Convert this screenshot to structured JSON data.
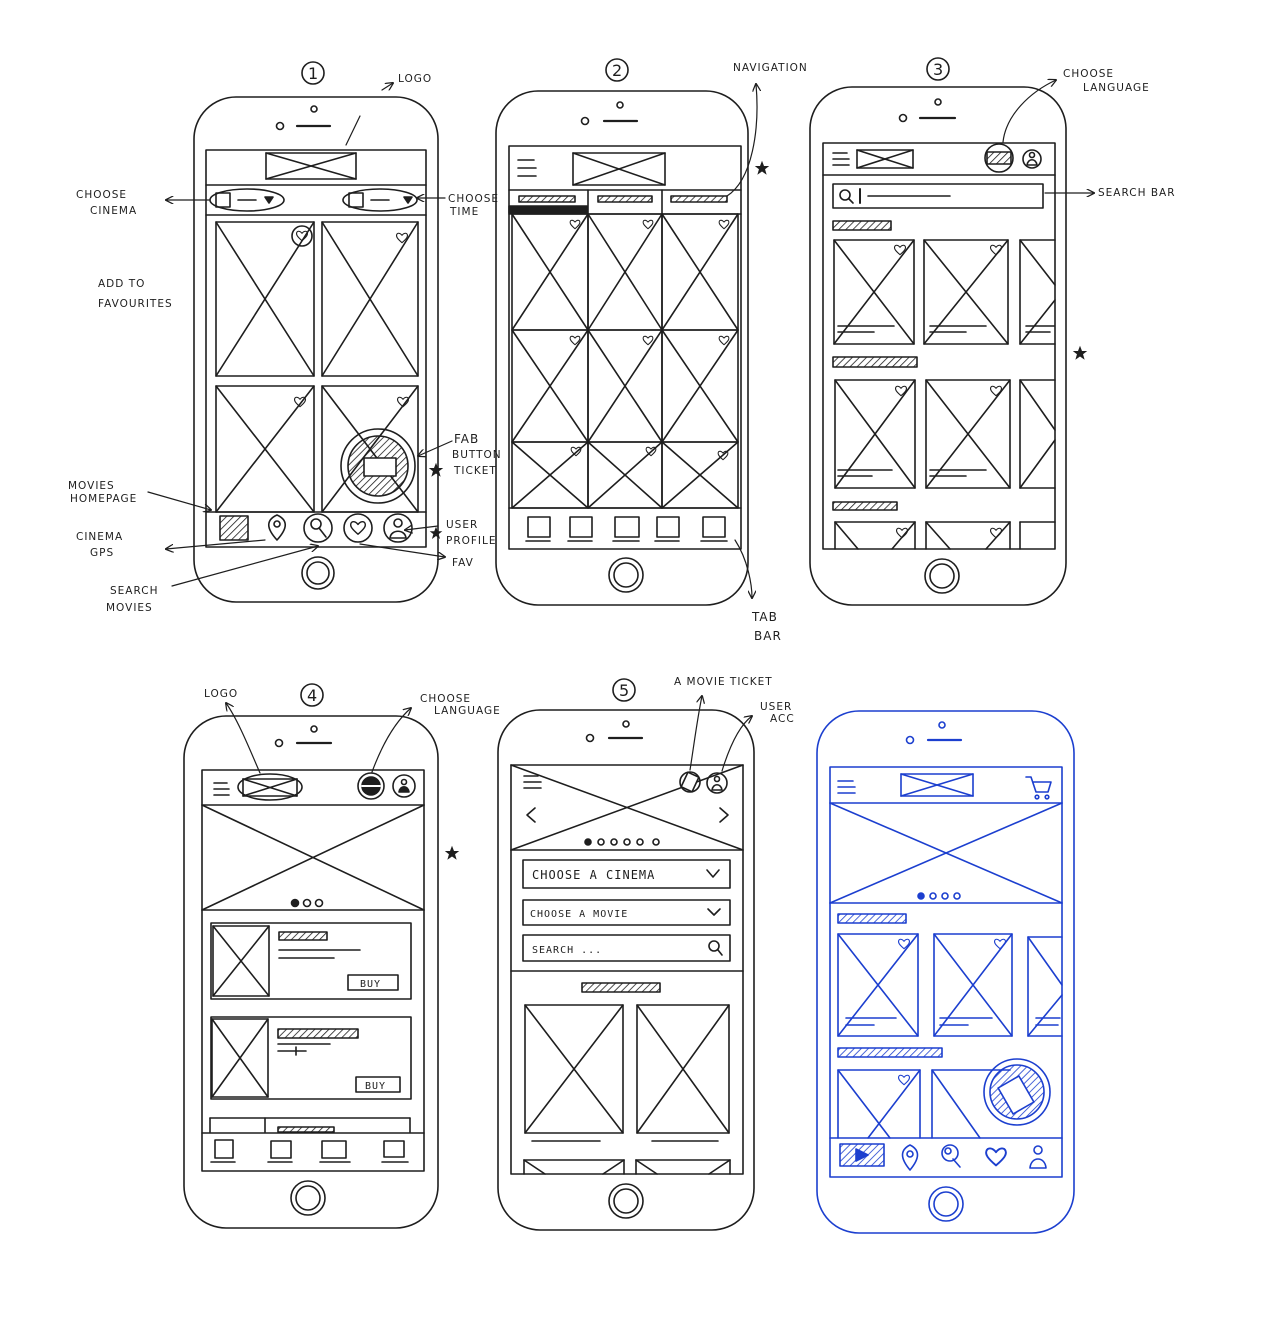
{
  "colors": {
    "ink": "#1e1e1e",
    "blue": "#1c3fcf",
    "paper": "#ffffff"
  },
  "sketches": {
    "s1": {
      "number": "1"
    },
    "s2": {
      "number": "2"
    },
    "s3": {
      "number": "3"
    },
    "s4": {
      "number": "4"
    },
    "s5": {
      "number": "5"
    }
  },
  "annotations": {
    "logo_1": "LOGO",
    "choose_cinema": [
      "CHOOSE",
      "CINEMA"
    ],
    "choose_time": [
      "CHOOSE",
      "TIME"
    ],
    "add_to_favourites": [
      "ADD TO",
      "FAVOURITES"
    ],
    "fab": [
      "FAB",
      "BUTTON",
      "TICKET"
    ],
    "movies_homepage": [
      "MOVIES",
      "HOMEPAGE"
    ],
    "cinema_gps": [
      "CINEMA",
      "GPS"
    ],
    "search_movies": [
      "SEARCH",
      "MOVIES"
    ],
    "user_profile": [
      "USER",
      "PROFILE"
    ],
    "fav": "FAV",
    "navigation": "NAVIGATION",
    "tab_bar": [
      "TAB",
      "BAR"
    ],
    "choose_language_3": [
      "CHOOSE",
      "LANGUAGE"
    ],
    "search_bar": "SEARCH BAR",
    "logo_4": "LOGO",
    "choose_language_4": [
      "CHOOSE",
      "LANGUAGE"
    ],
    "movie_ticket": "A MOVIE TICKET",
    "user_acc": [
      "USER",
      "ACC"
    ]
  },
  "ui": {
    "buy_1": "BUY",
    "buy_2": "BUY",
    "choose_cinema_select": "CHOOSE A CINEMA",
    "choose_movie_select": "CHOOSE A MOVIE",
    "search_placeholder": "SEARCH ..."
  },
  "icons": [
    "heart-icon",
    "hamburger-icon",
    "user-icon",
    "search-icon",
    "location-pin-icon",
    "cart-icon",
    "ticket-icon",
    "chevron-down-icon",
    "star-icon",
    "language-icon"
  ]
}
